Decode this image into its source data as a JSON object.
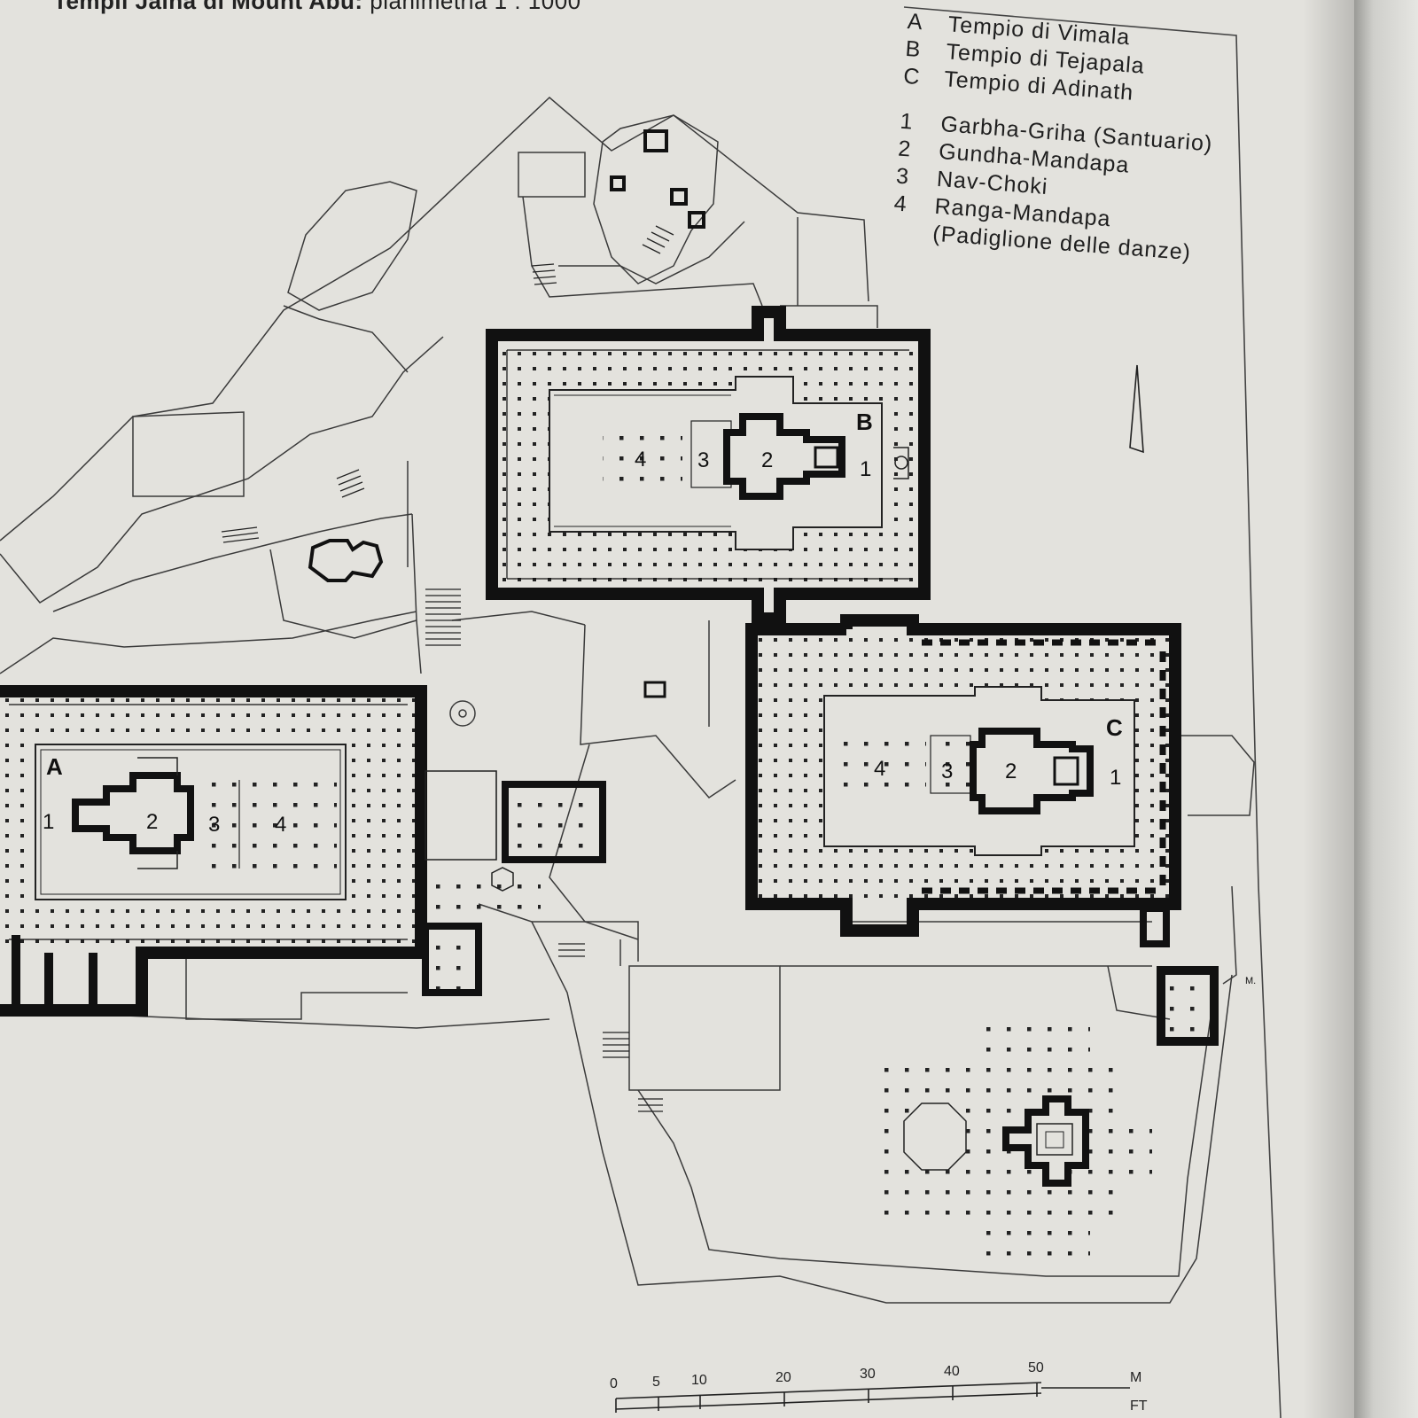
{
  "header": {
    "title_bold": "Templi Jaina di Mount Abu:",
    "title_rest": " planimetria 1 : 1000"
  },
  "legend": {
    "temples": [
      {
        "key": "A",
        "label": "Tempio di Vimala"
      },
      {
        "key": "B",
        "label": "Tempio di Tejapala"
      },
      {
        "key": "C",
        "label": "Tempio di Adinath"
      }
    ],
    "parts": [
      {
        "key": "1",
        "label": "Garbha-Griha (Santuario)"
      },
      {
        "key": "2",
        "label": "Gundha-Mandapa"
      },
      {
        "key": "3",
        "label": "Nav-Choki"
      },
      {
        "key": "4",
        "label": "Ranga-Mandapa"
      }
    ],
    "parts_note": "(Padiglione delle danze)"
  },
  "plan_labels": {
    "A": "A",
    "B": "B",
    "C": "C",
    "one": "1",
    "two": "2",
    "three": "3",
    "four": "4",
    "small_m": "M."
  },
  "scale": {
    "ticks": [
      "0",
      "5",
      "10",
      "20",
      "30",
      "40",
      "50"
    ],
    "unit_m": "M",
    "unit_ft": "FT"
  }
}
